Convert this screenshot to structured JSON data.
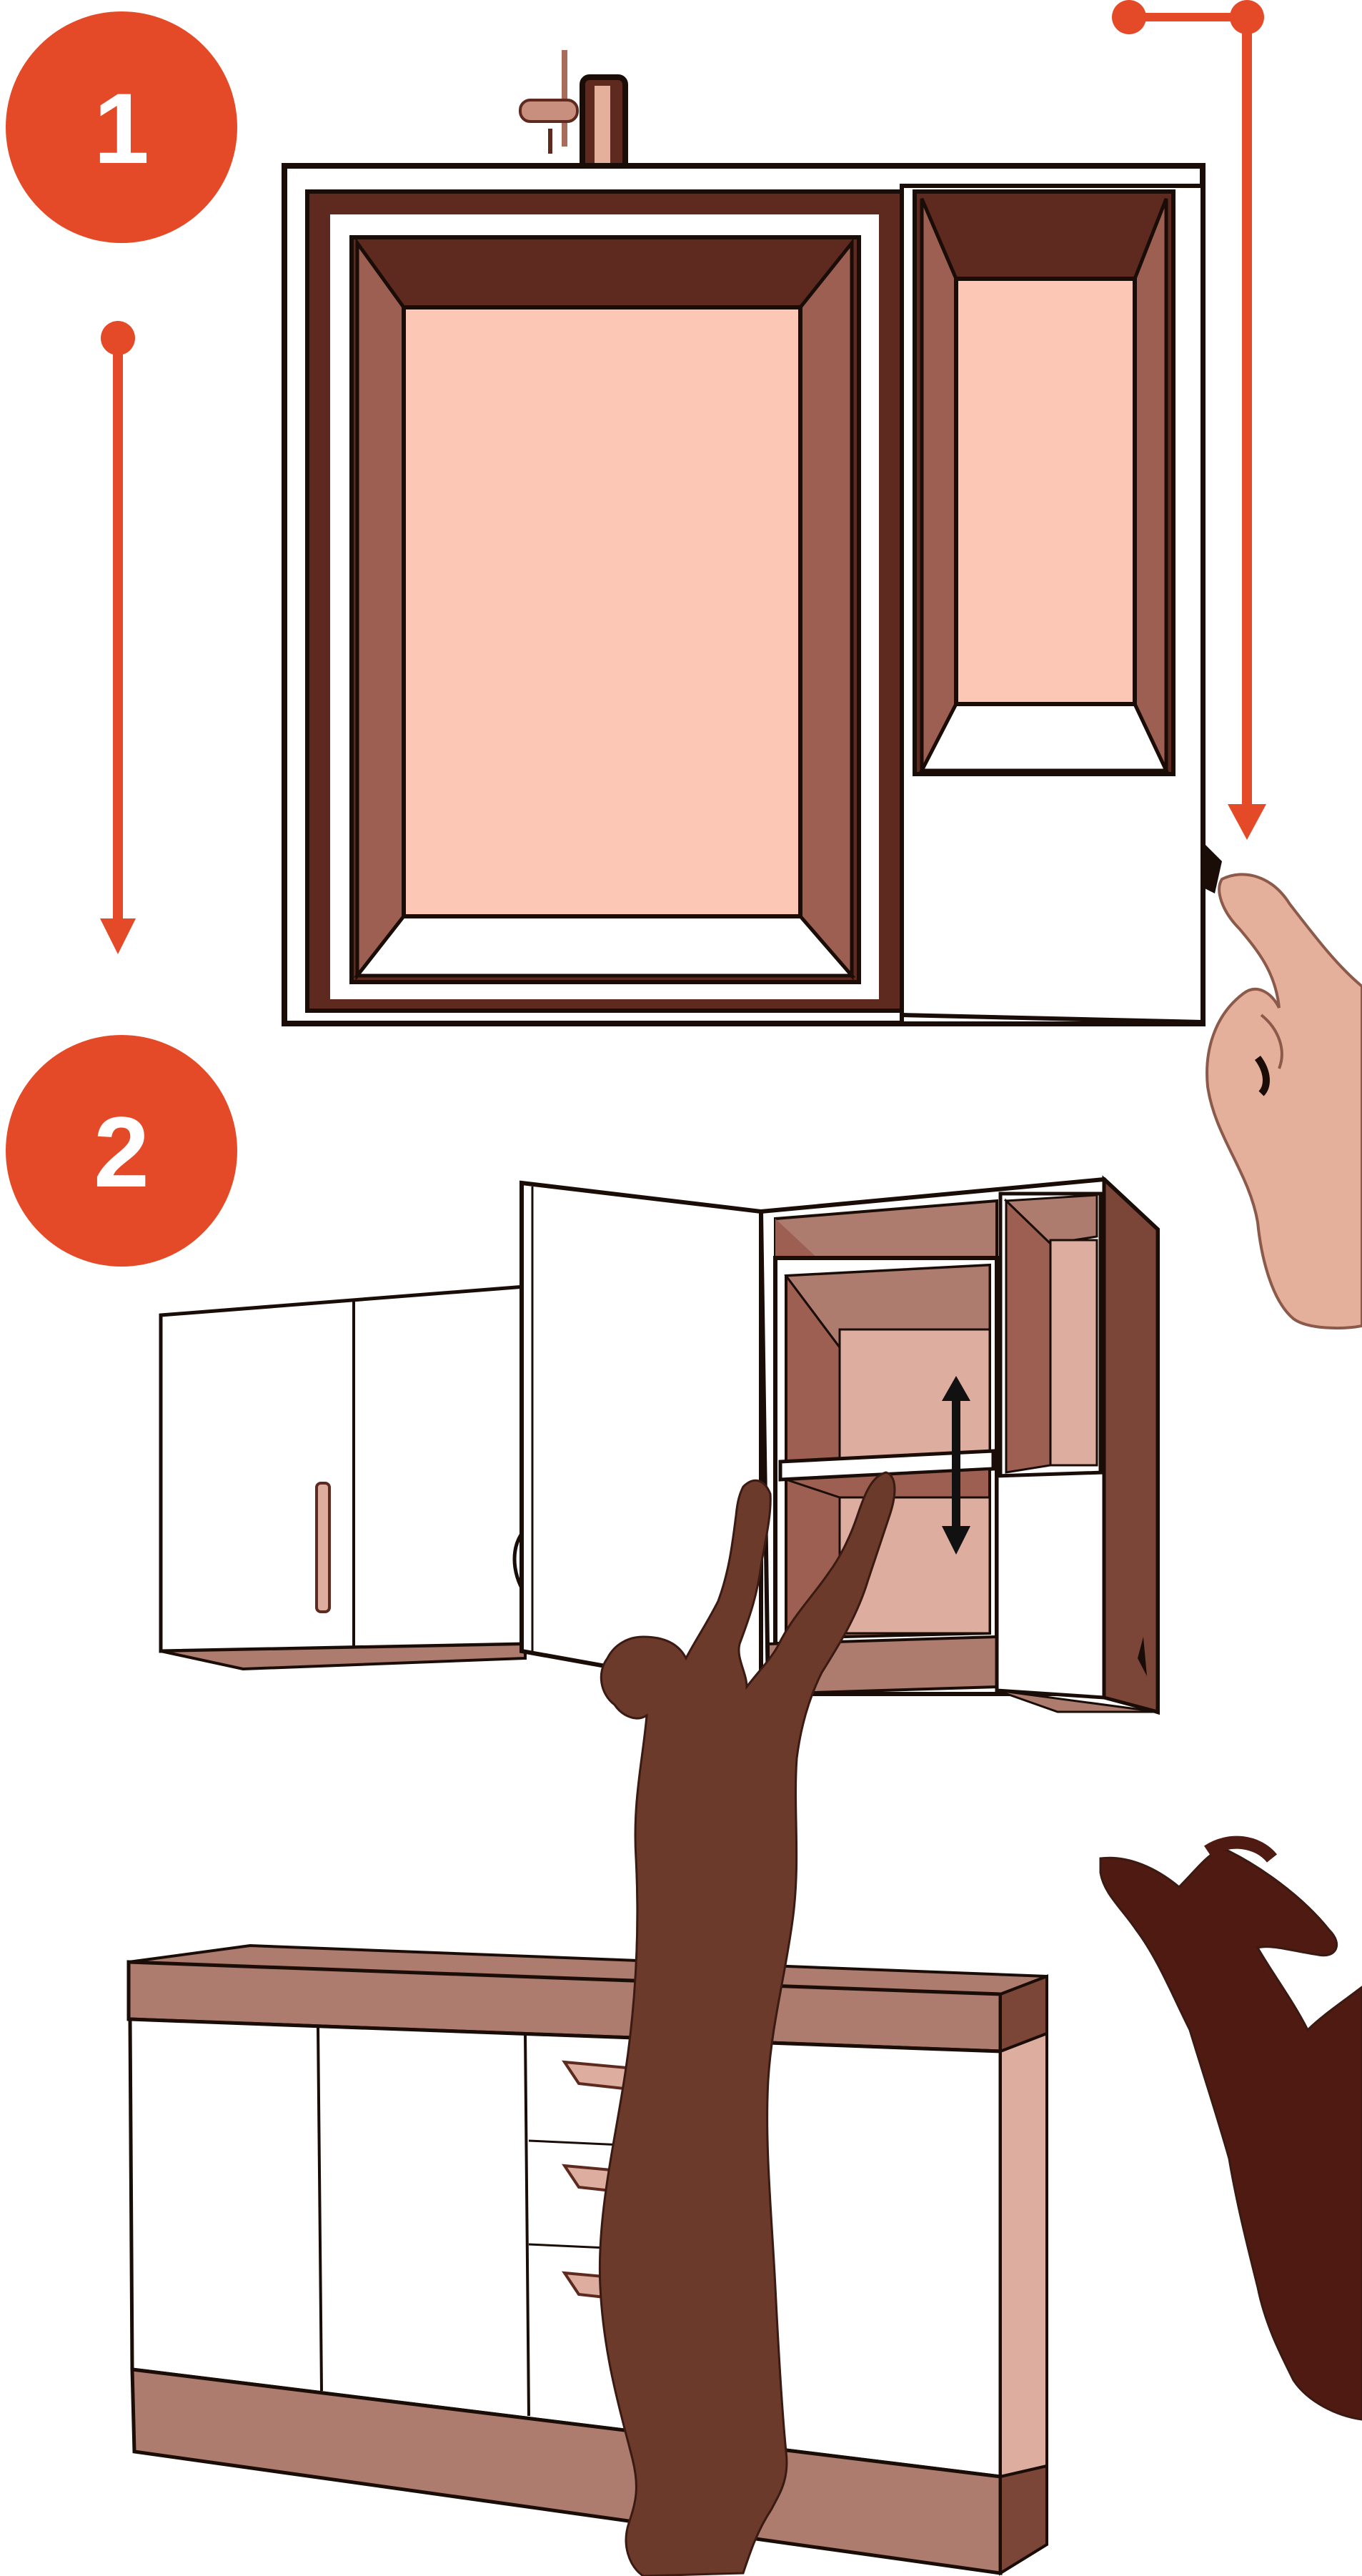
{
  "steps": [
    {
      "number": "1"
    },
    {
      "number": "2"
    }
  ],
  "colors": {
    "accent": "#E54A28",
    "wood_dark": "#5E2A1F",
    "wood_mid": "#9C5F52",
    "panel_light": "#FDC7B6",
    "shelf_tan": "#AD7C6F",
    "shelf_light": "#DDADA0",
    "silhouette": "#6B3A2B",
    "silhouette_dark": "#4E1A11",
    "skin": "#E4B09B",
    "line": "#1a0d08"
  },
  "icons": [
    "step-badge",
    "measure-arrow",
    "up-down-arrow",
    "hand",
    "person-silhouette"
  ]
}
